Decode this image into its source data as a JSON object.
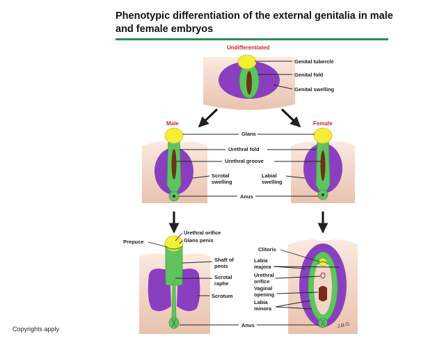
{
  "title": "Phenotypic differentiation of the external genitalia in male and female embryos",
  "headers": {
    "undifferentiated": "Undifferentiated",
    "male": "Male",
    "female": "Female"
  },
  "labels": {
    "genital_tubercle": "Genital tubercle",
    "genital_fold": "Genital fold",
    "genital_swelling": "Genital swelling",
    "glans": "Glans",
    "urethral_fold": "Urethral fold",
    "urethral_groove": "Urethral groove",
    "scrotal_swelling_1": "Scrotal",
    "scrotal_swelling_2": "swelling",
    "labial_swelling_1": "Labial",
    "labial_swelling_2": "swelling",
    "anus_mid": "Anus",
    "urethral_orifice_male": "Urethral orifice",
    "glans_penis": "Glans penis",
    "prepuce": "Prepuce",
    "shaft_1": "Shaft of",
    "shaft_2": "penis",
    "scrotal_raphe_1": "Scrotal",
    "scrotal_raphe_2": "raphe",
    "scrotum": "Scrotum",
    "clitoris": "Clitoris",
    "labia_majora_1": "Labia",
    "labia_majora_2": "majora",
    "urethral_orifice_f_1": "Urethral",
    "urethral_orifice_f_2": "orifice",
    "vaginal_opening_1": "Vaginal",
    "vaginal_opening_2": "opening",
    "labia_minora_1": "Labia",
    "labia_minora_2": "minora",
    "anus_bottom": "Anus"
  },
  "signature": "J.B.G.",
  "copyright": "Copyrights apply",
  "colors": {
    "skin": "#f1d4c4",
    "swelling": "#8a3fc0",
    "fold": "#5fc45f",
    "tubercle": "#f4ee3a",
    "groove": "#6a3414",
    "title_rule": "#2e8b57",
    "header_red": "#d0243a"
  }
}
